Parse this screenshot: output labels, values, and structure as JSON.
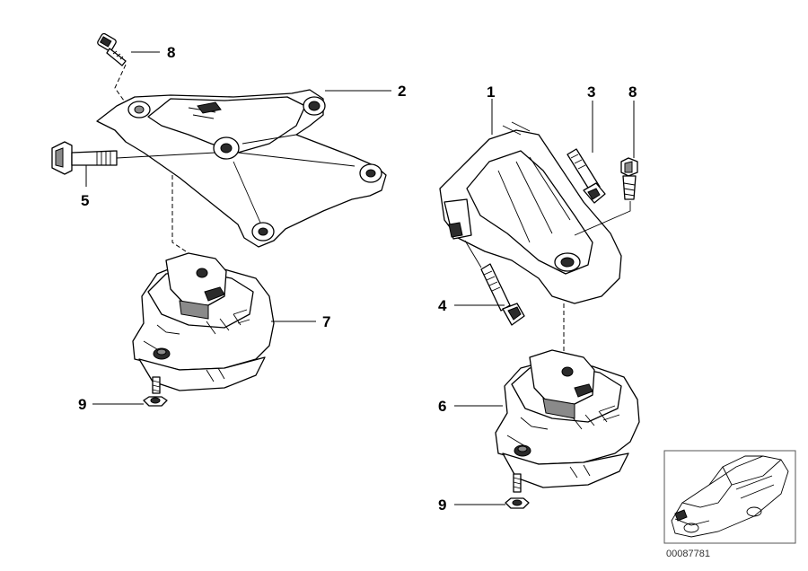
{
  "callouts": [
    {
      "id": "c8a",
      "label": "8"
    },
    {
      "id": "c2",
      "label": "2"
    },
    {
      "id": "c5",
      "label": "5"
    },
    {
      "id": "c7",
      "label": "7"
    },
    {
      "id": "c9a",
      "label": "9"
    },
    {
      "id": "c1",
      "label": "1"
    },
    {
      "id": "c3",
      "label": "3"
    },
    {
      "id": "c8b",
      "label": "8"
    },
    {
      "id": "c4",
      "label": "4"
    },
    {
      "id": "c6",
      "label": "6"
    },
    {
      "id": "c9b",
      "label": "9"
    }
  ],
  "diagram_number": "00087781",
  "icons": {
    "thumbnail": "car-thumbnail-icon"
  }
}
